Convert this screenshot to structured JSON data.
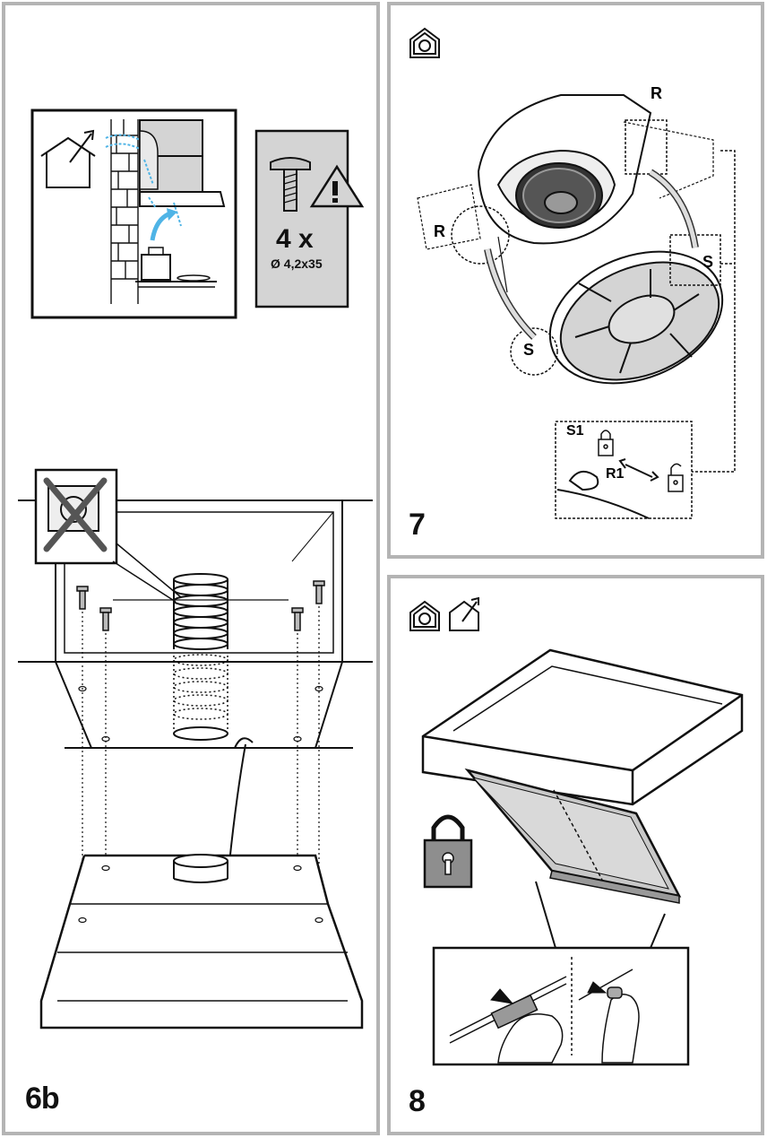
{
  "panels": {
    "p6b": {
      "step_number": "6b",
      "screws": {
        "quantity": "4 x",
        "size": "Ø 4,2x35"
      }
    },
    "p7": {
      "step_number": "7",
      "labels": {
        "r_top": "R",
        "r_left": "R",
        "s_right": "S",
        "s_left": "S",
        "s1": "S1",
        "r1": "R1"
      }
    },
    "p8": {
      "step_number": "8"
    }
  },
  "icons": {
    "mode_recirculation": "recirculation-house-icon",
    "mode_extraction": "extraction-house-icon",
    "warning": "warning-triangle-icon",
    "lock": "padlock-closed-icon",
    "unlock": "padlock-open-icon",
    "no_recirculation": "crossed-recirculation-icon"
  },
  "colors": {
    "panel_border": "#b4b4b4",
    "air_flow": "#4fb4e6",
    "grey_fill": "#d4d4d4",
    "filter_fill": "#c8c8c8",
    "padlock_fill": "#8e8e8e"
  }
}
